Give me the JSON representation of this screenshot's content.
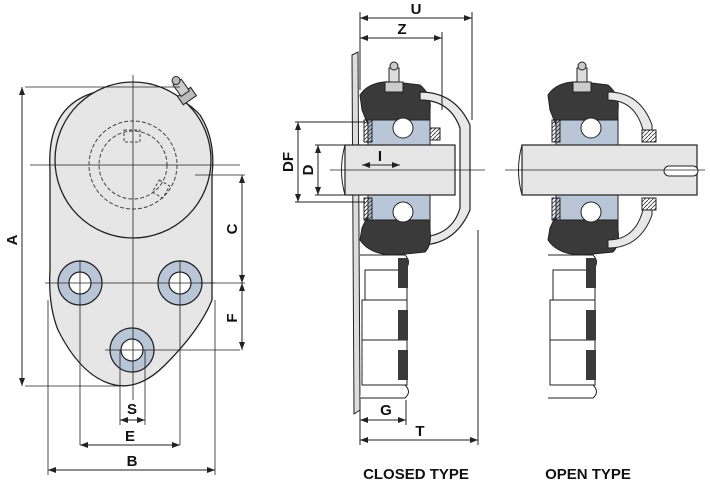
{
  "labels": {
    "A": "A",
    "B": "B",
    "C": "C",
    "E": "E",
    "F": "F",
    "S": "S",
    "U": "U",
    "Z": "Z",
    "DF": "DF",
    "D": "D",
    "I": "I",
    "G": "G",
    "T": "T"
  },
  "captions": {
    "closed": "CLOSED TYPE",
    "open": "OPEN TYPE"
  },
  "colors": {
    "line": "#222222",
    "body": "#e6e6e6",
    "dark": "#3a3a3a",
    "accent": "#b8c6d8"
  }
}
